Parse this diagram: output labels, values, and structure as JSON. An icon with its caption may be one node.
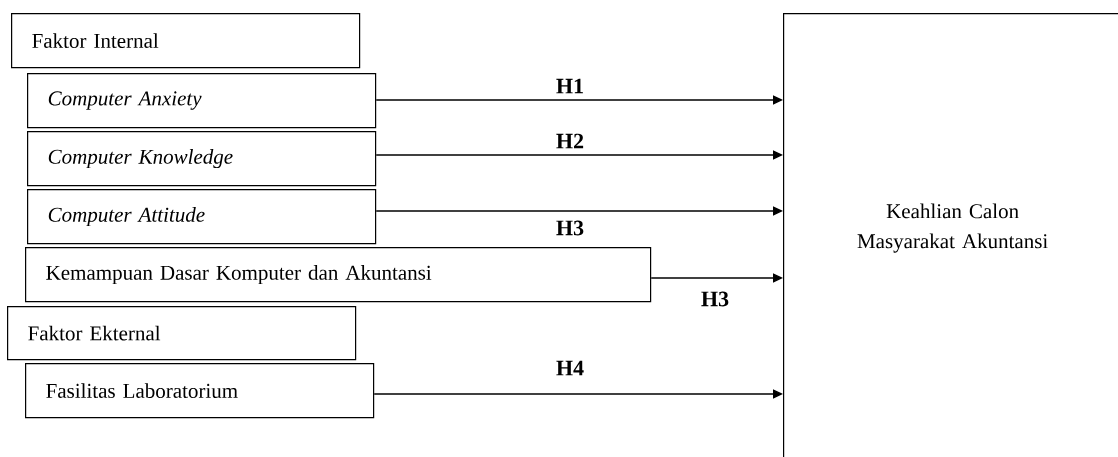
{
  "diagram": {
    "nodes": [
      {
        "text": [
          "Faktor Internal"
        ]
      },
      {
        "text": [
          "Computer Anxiety"
        ]
      },
      {
        "text": [
          "Computer Knowledge"
        ]
      },
      {
        "text": [
          "Computer Attitude"
        ]
      },
      {
        "text": [
          "Kemampuan Dasar Komputer dan Akuntansi"
        ]
      },
      {
        "text": [
          "Faktor Ekternal"
        ]
      },
      {
        "text": [
          "Fasilitas Laboratorium"
        ]
      },
      {
        "text": [
          "Keahlian Calon Masyarakat Akuntansi"
        ]
      }
    ],
    "edges": [
      {
        "from": 1,
        "to": 7,
        "arrow": "to",
        "label": "H1"
      },
      {
        "from": 2,
        "to": 7,
        "arrow": "to",
        "label": "H2"
      },
      {
        "from": 3,
        "to": 7,
        "arrow": "to",
        "label": "H3"
      },
      {
        "from": 4,
        "to": 7,
        "arrow": "to",
        "label": "H3"
      },
      {
        "from": 6,
        "to": 7,
        "arrow": "to",
        "label": "H4"
      }
    ]
  }
}
